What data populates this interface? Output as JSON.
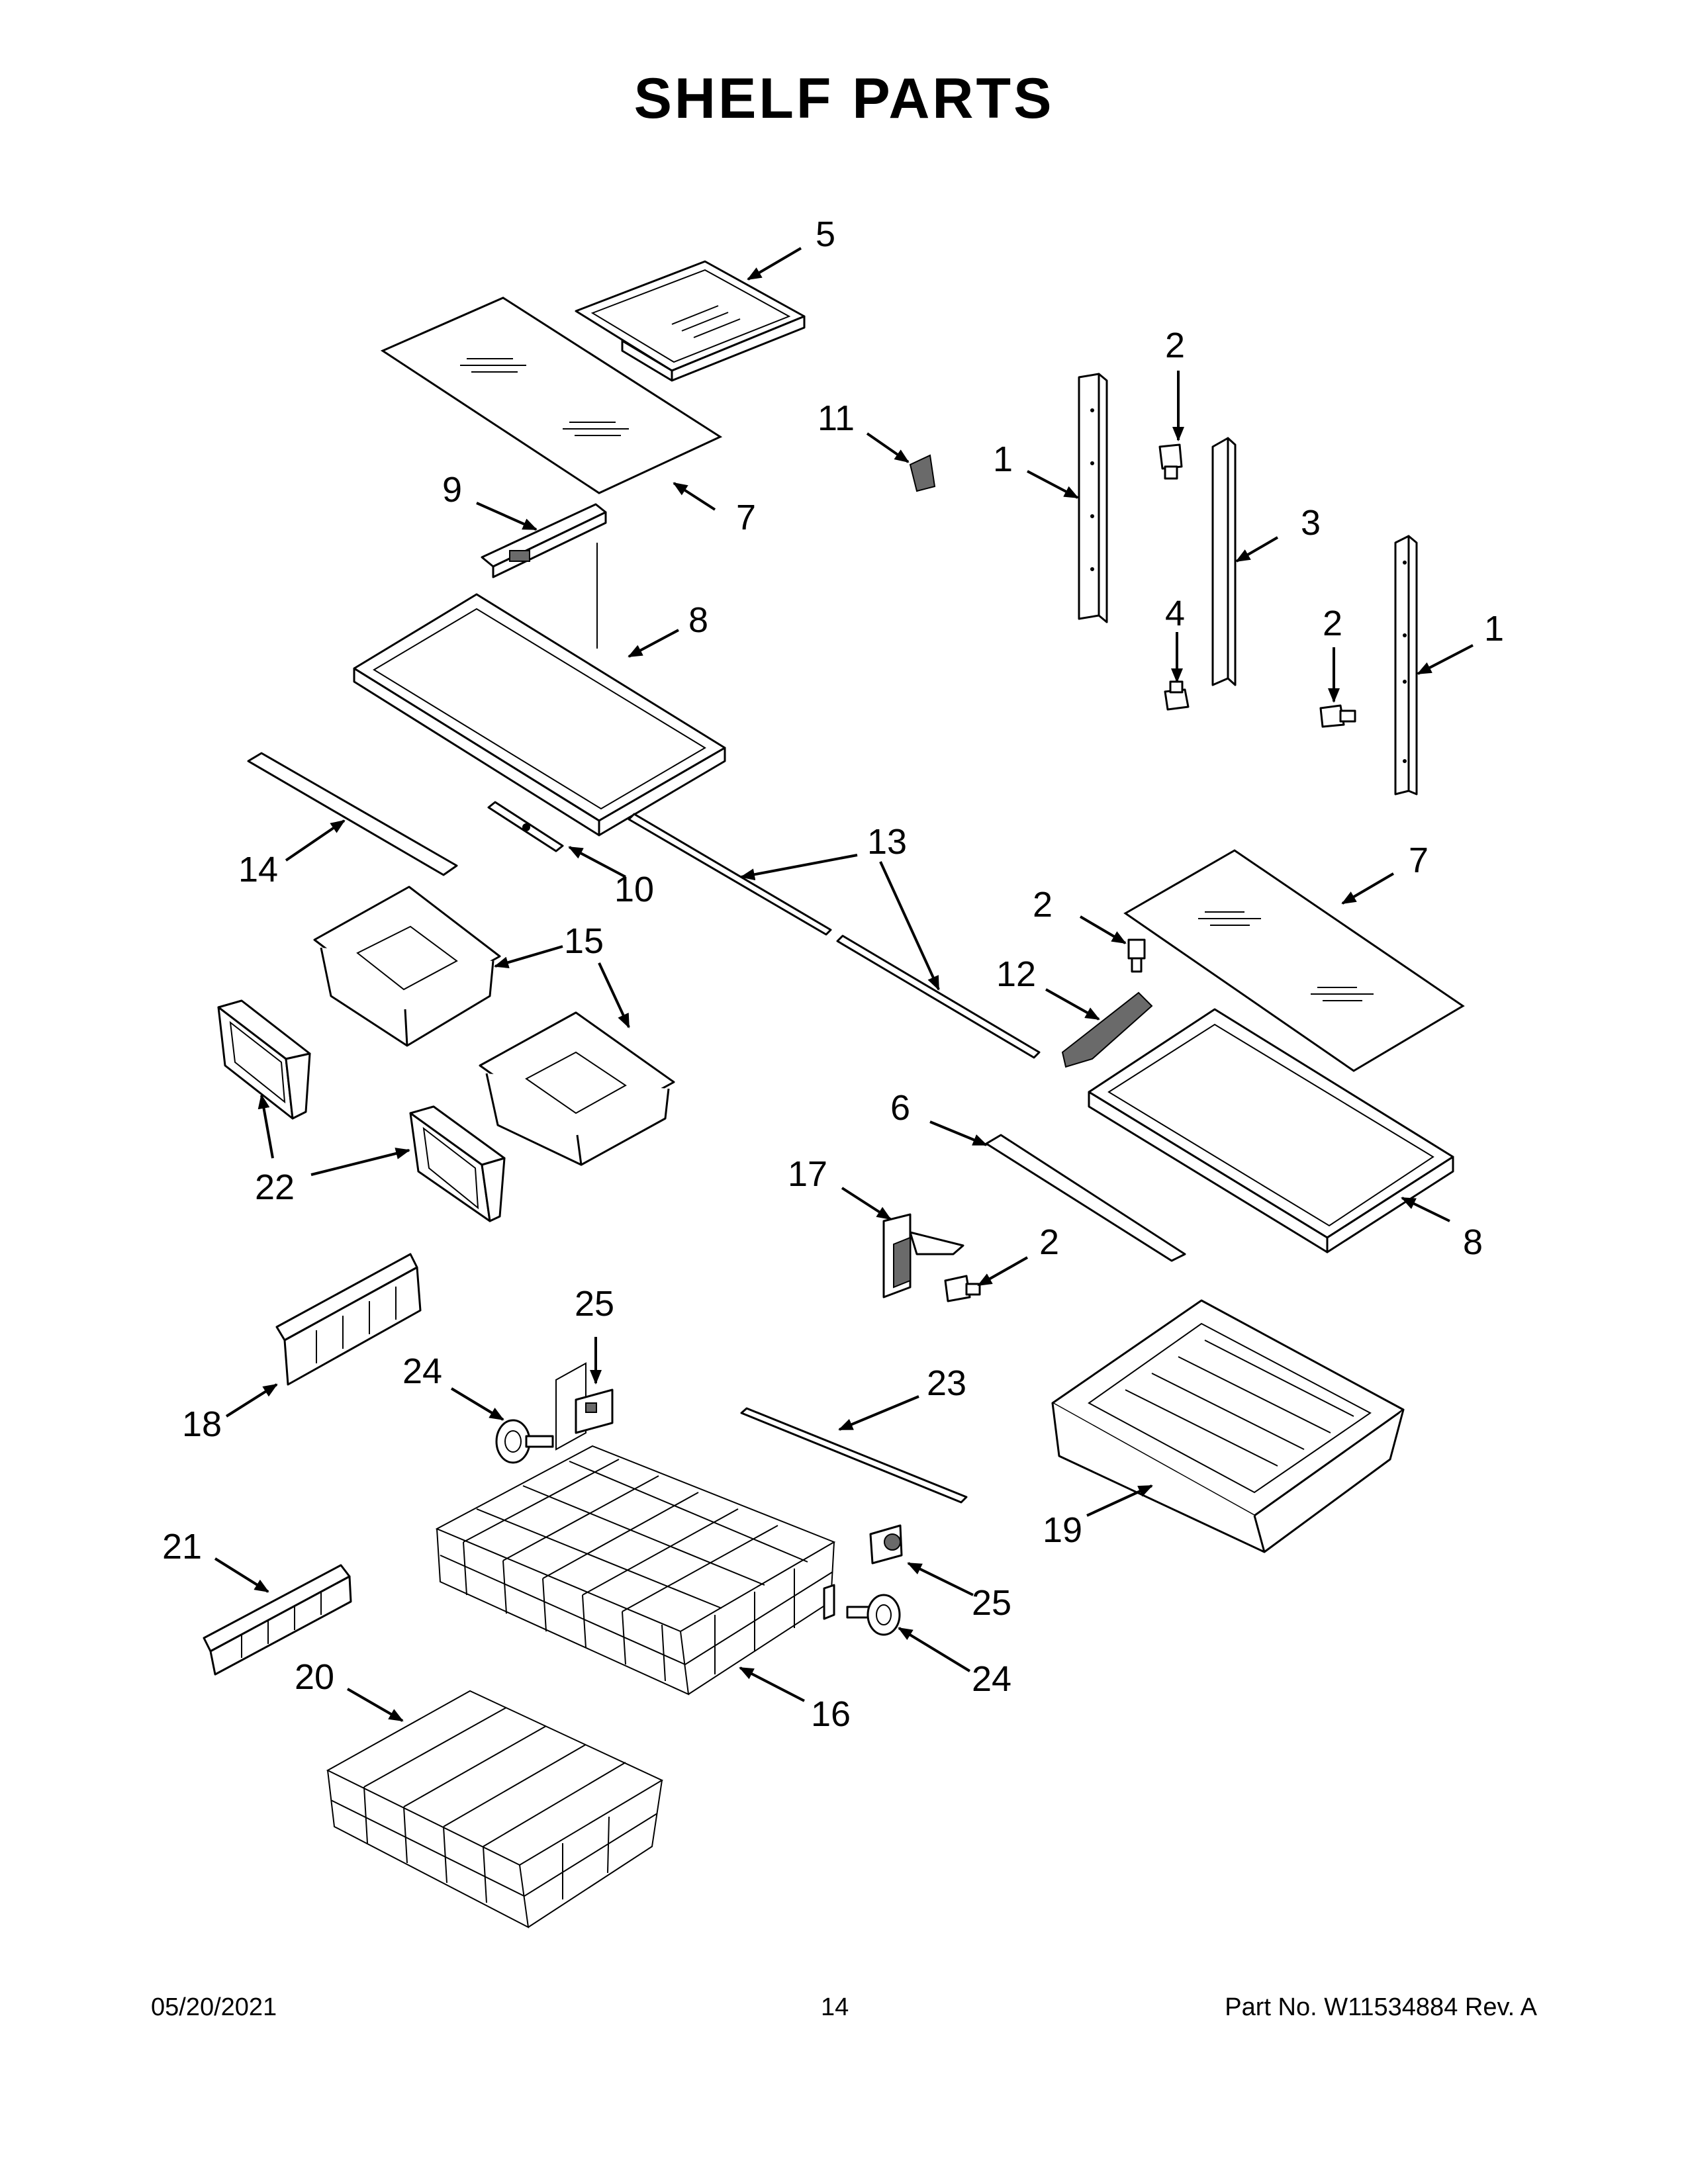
{
  "title": "SHELF PARTS",
  "callouts": {
    "c1a": "1",
    "c1b": "1",
    "c2a": "2",
    "c2b": "2",
    "c2c": "2",
    "c2d": "2",
    "c3": "3",
    "c4": "4",
    "c5": "5",
    "c6": "6",
    "c7a": "7",
    "c7b": "7",
    "c8a": "8",
    "c8b": "8",
    "c9": "9",
    "c10": "10",
    "c11": "11",
    "c12": "12",
    "c13": "13",
    "c14": "14",
    "c15": "15",
    "c16": "16",
    "c17": "17",
    "c18": "18",
    "c19": "19",
    "c20": "20",
    "c21": "21",
    "c22": "22",
    "c23": "23",
    "c24a": "24",
    "c24b": "24",
    "c25a": "25",
    "c25b": "25"
  },
  "footer": {
    "date": "05/20/2021",
    "page": "14",
    "part_number": "Part No.  W11534884  Rev.  A"
  }
}
